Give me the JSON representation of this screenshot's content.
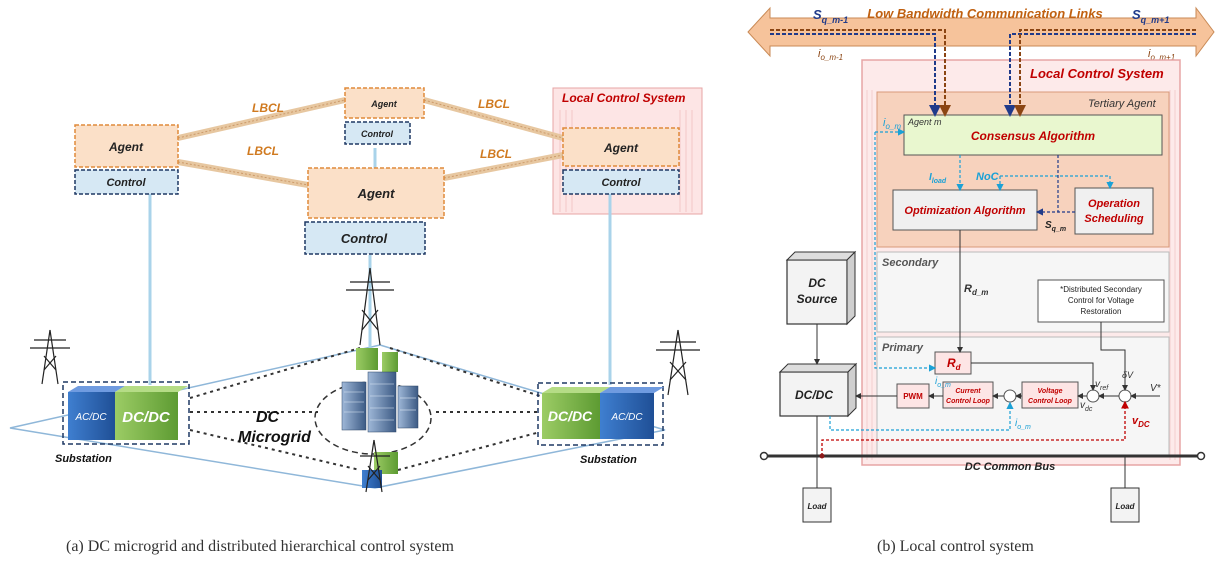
{
  "left": {
    "lbcl": "LBCL",
    "agent": "Agent",
    "control": "Control",
    "local_control_system": "Local Control System",
    "acdc": "AC/DC",
    "dcdc": "DC/DC",
    "substation": "Substation",
    "dc": "DC",
    "microgrid": "Microgrid"
  },
  "right": {
    "comm_links": "Low Bandwidth Communication Links",
    "s_prev_main": "S",
    "s_prev_sub": "q_m-1",
    "s_next_main": "S",
    "s_next_sub": "q_m+1",
    "i_prev_main": "i",
    "i_prev_sub": "o_m-1",
    "i_next_main": "i",
    "i_next_sub": "o_m+1",
    "local_control_system": "Local Control System",
    "tertiary_agent": "Tertiary Agent",
    "agent_m": "Agent m",
    "consensus": "Consensus Algorithm",
    "i_om_main": "i",
    "i_om_sub": "o_m",
    "iload_main": "I",
    "iload_sub": "load",
    "noc": "NoC",
    "optimization": "Optimization Algorithm",
    "operation_l1": "Operation",
    "operation_l2": "Scheduling",
    "sqm_main": "S",
    "sqm_sub": "q_m",
    "secondary": "Secondary",
    "rdm_main": "R",
    "rdm_sub": "d_m",
    "dist_note_l1": "*Distributed Secondary",
    "dist_note_l2": "Control for Voltage",
    "dist_note_l3": "Restoration",
    "dc_source_l1": "DC",
    "dc_source_l2": "Source",
    "primary": "Primary",
    "rd_main": "R",
    "rd_sub": "d",
    "dcdc": "DC/DC",
    "pwm": "PWM",
    "current_loop_l1": "Current",
    "current_loop_l2": "Control Loop",
    "voltage_loop_l1": "Voltage",
    "voltage_loop_l2": "Control Loop",
    "vref_main": "v",
    "vref_sub": "ref",
    "vdc_main": "v",
    "vdc_sub": "dc",
    "vDC_main": "v",
    "vDC_sub": "DC",
    "delta_v": "δV",
    "v_star": "V*",
    "bus": "DC Common Bus",
    "load": "Load"
  },
  "captions": {
    "a": "(a) DC microgrid and distributed hierarchical control system",
    "b": "(b) Local control system"
  },
  "colors": {
    "agent_fill": "#fbe0c8",
    "agent_border": "#e08a3a",
    "control_fill": "#d6e8f4",
    "control_border": "#1f3864",
    "lbcl_text": "#d07a20",
    "dark_red": "#8b1a1a",
    "dcdc_green": "#7ab648",
    "acdc_blue": "#2f6db5",
    "consensus_fill": "#e9f7cf",
    "tertiary_fill": "#f7d2bd",
    "cyan": "#1ba1d6",
    "navy": "#1f3a8a"
  }
}
